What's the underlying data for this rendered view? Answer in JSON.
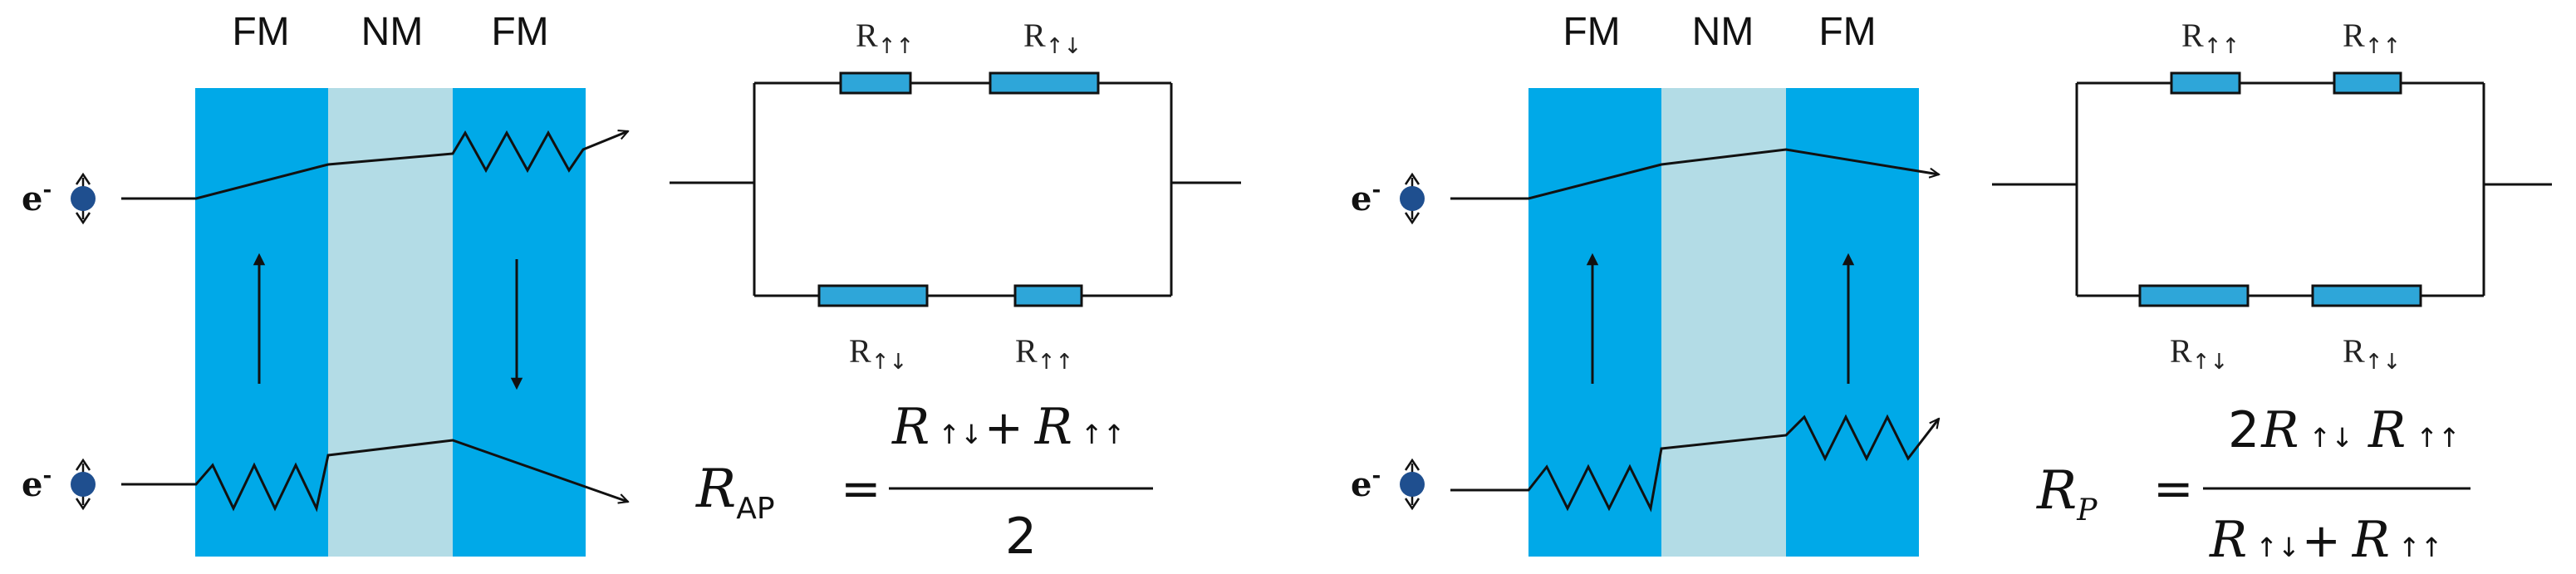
{
  "colors": {
    "ferromagnet": "#00a9e8",
    "nonmagnet": "#b3dce6",
    "resistor": "#2ea6d9",
    "electron": "#1f4f8f"
  },
  "left": {
    "layers": [
      "FM",
      "NM",
      "FM"
    ],
    "electron_label": "e",
    "electron_sup": "-",
    "magnetization": [
      "up",
      "down"
    ],
    "resistors_top": [
      {
        "base": "R",
        "sub": "↑↑"
      },
      {
        "base": "R",
        "sub": "↑↓"
      }
    ],
    "resistors_bottom": [
      {
        "base": "R",
        "sub": "↑↓"
      },
      {
        "base": "R",
        "sub": "↑↑"
      }
    ],
    "formula": {
      "lhs": "R",
      "lhs_sub": "AP",
      "equals": "=",
      "numerator_r1": "R",
      "numerator_s1": "↑↓",
      "plus": "+",
      "numerator_r2": "R",
      "numerator_s2": "↑↑",
      "denominator": "2"
    }
  },
  "right": {
    "layers": [
      "FM",
      "NM",
      "FM"
    ],
    "electron_label": "e",
    "electron_sup": "-",
    "magnetization": [
      "up",
      "up"
    ],
    "resistors_top": [
      {
        "base": "R",
        "sub": "↑↑"
      },
      {
        "base": "R",
        "sub": "↑↑"
      }
    ],
    "resistors_bottom": [
      {
        "base": "R",
        "sub": "↑↓"
      },
      {
        "base": "R",
        "sub": "↑↓"
      }
    ],
    "formula": {
      "lhs": "R",
      "lhs_sub": "P",
      "equals": "=",
      "numerator_coef": "2",
      "numerator_r1": "R",
      "numerator_s1": "↑↓",
      "numerator_r2": "R",
      "numerator_s2": "↑↑",
      "denominator_r1": "R",
      "denominator_s1": "↑↓",
      "plus": "+",
      "denominator_r2": "R",
      "denominator_s2": "↑↑"
    }
  }
}
